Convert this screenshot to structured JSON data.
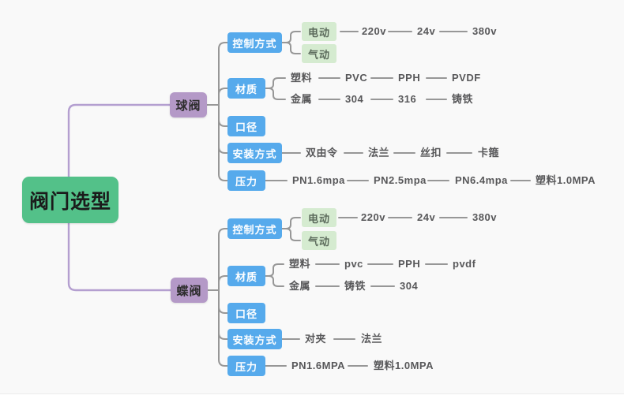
{
  "root": {
    "label": "阀门选型"
  },
  "branches": [
    {
      "label": "球阀",
      "categories": [
        {
          "label": "控制方式",
          "children": [
            {
              "label": "电动",
              "chain": [
                "220v",
                "24v",
                "380v"
              ]
            },
            {
              "label": "气动",
              "chain": []
            }
          ]
        },
        {
          "label": "材质",
          "children": [
            {
              "label": "塑料",
              "chain": [
                "PVC",
                "PPH",
                "PVDF"
              ]
            },
            {
              "label": "金属",
              "chain": [
                "304",
                "316",
                "铸铁"
              ]
            }
          ]
        },
        {
          "label": "口径",
          "children": []
        },
        {
          "label": "安装方式",
          "children": [
            {
              "label": "双由令",
              "chain": [
                "法兰",
                "丝扣",
                "卡箍"
              ]
            }
          ]
        },
        {
          "label": "压力",
          "children": [
            {
              "label": "PN1.6mpa",
              "chain": [
                "PN2.5mpa",
                "PN6.4mpa",
                "塑料1.0MPA"
              ]
            }
          ]
        }
      ]
    },
    {
      "label": "蝶阀",
      "categories": [
        {
          "label": "控制方式",
          "children": [
            {
              "label": "电动",
              "chain": [
                "220v",
                "24v",
                "380v"
              ]
            },
            {
              "label": "气动",
              "chain": []
            }
          ]
        },
        {
          "label": "材质",
          "children": [
            {
              "label": "塑料",
              "chain": [
                "pvc",
                "PPH",
                "pvdf"
              ]
            },
            {
              "label": "金属",
              "chain": [
                "铸铁",
                "304"
              ]
            }
          ]
        },
        {
          "label": "口径",
          "children": []
        },
        {
          "label": "安装方式",
          "children": [
            {
              "label": "对夹",
              "chain": [
                "法兰"
              ]
            }
          ]
        },
        {
          "label": "压力",
          "children": [
            {
              "label": "PN1.6MPA",
              "chain": [
                "塑料1.0MPA"
              ]
            }
          ]
        }
      ]
    }
  ],
  "colors": {
    "canvas_bg": "#f9f9f9",
    "root_bg": "#53c189",
    "root_text": "#1b1b1b",
    "valve_bg": "#b499c7",
    "valve_text": "#2d2d2d",
    "category_bg": "#56aaec",
    "category_text": "#ffffff",
    "tag_bg": "#d5ebd0",
    "tag_text": "#5c6b5c",
    "leaf_text": "#58585a",
    "line_gray": "#979797",
    "line_purple": "#b49fd0"
  }
}
